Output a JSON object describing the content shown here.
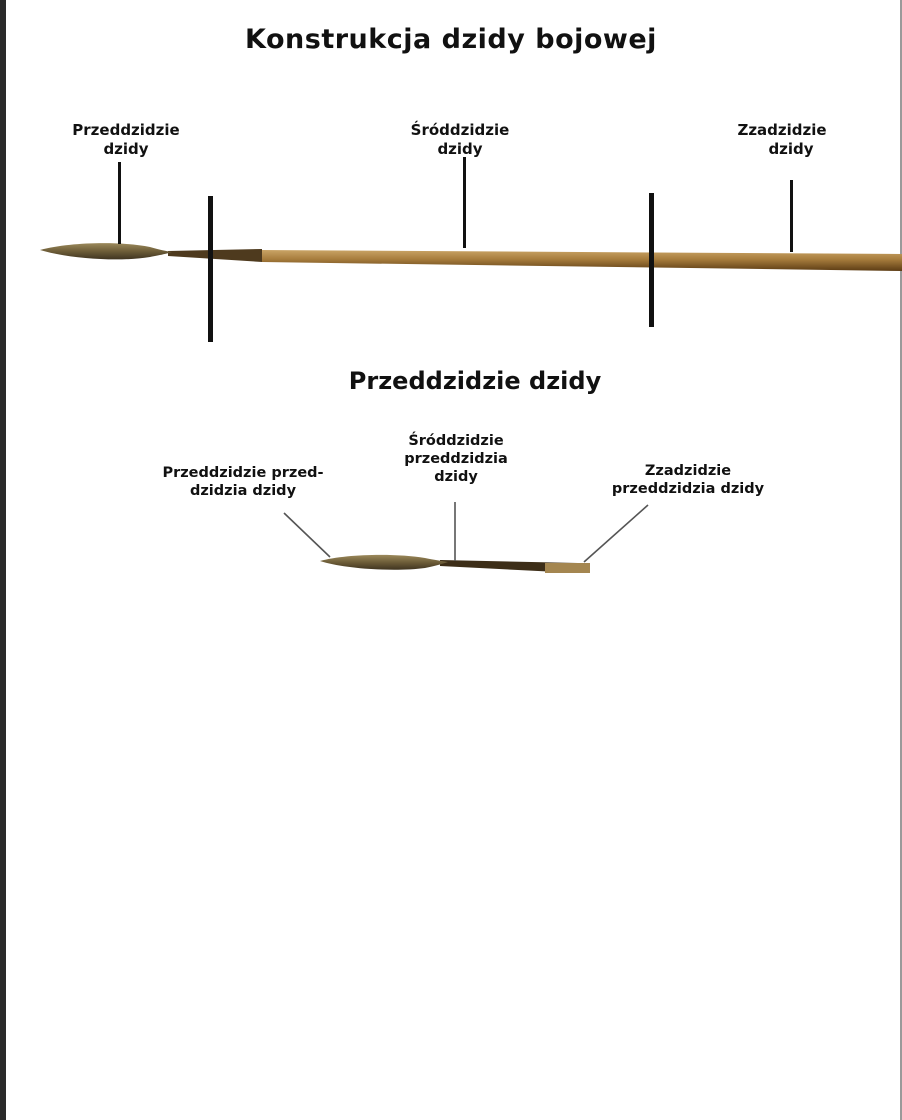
{
  "title": "Konstrukcja dzidy bojowej",
  "labels_top": {
    "front": {
      "line1": "Przeddzidzie",
      "line2": "dzidy"
    },
    "middle": {
      "line1": "Śróddzidzie",
      "line2": "dzidy"
    },
    "back": {
      "line1": "Zzadzidzie",
      "line2": "dzidy"
    }
  },
  "subtitle": "Przeddzidzie dzidy",
  "labels_bottom": {
    "front": {
      "line1": "Przeddzidzie przed-",
      "line2": "dzidzia dzidy"
    },
    "middle": {
      "line1": "Śróddzidzie",
      "line2": "przeddzidzia",
      "line3": "dzidy"
    },
    "back": {
      "line1": "Zzadzidzie",
      "line2": "przeddzidzia dzidy"
    }
  },
  "colors": {
    "shaft_light": "#b89254",
    "shaft_dark": "#6b4a1e",
    "blade": "#7a6b45",
    "divider": "#111111",
    "background": "#ffffff"
  }
}
